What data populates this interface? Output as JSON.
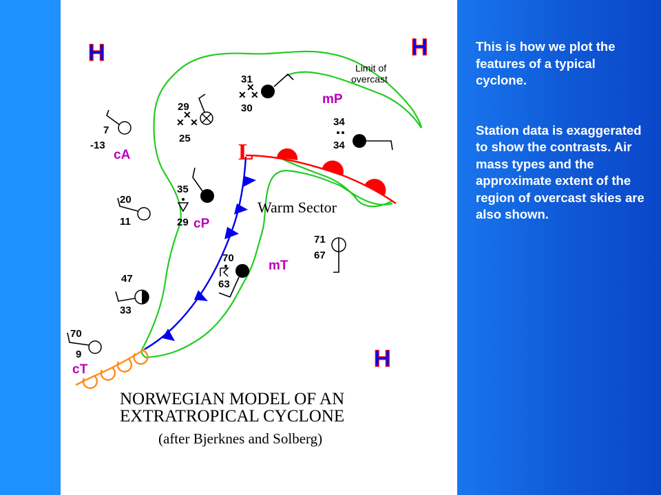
{
  "caption": {
    "intro": "This is how we plot the features of a typical cyclone.",
    "detail": "Station data is exaggerated to show the contrasts. Air mass types and the approximate extent of the region of overcast skies are also shown."
  },
  "diagram": {
    "high_label": "H",
    "low_label": "L",
    "warm_sector_label": "Warm Sector",
    "overcast_limit_line1": "Limit of",
    "overcast_limit_line2": "overcast",
    "air_masses": {
      "mp": "mP",
      "ca": "cA",
      "cp": "cP",
      "mt": "mT",
      "ct": "cT"
    },
    "stations": {
      "s1": {
        "temp": "31",
        "dew": "30"
      },
      "s2": {
        "temp": "29",
        "dew": "25"
      },
      "s3": {
        "temp": "7",
        "dew": "-13"
      },
      "s4": {
        "temp": "34",
        "dew": "34"
      },
      "s5": {
        "temp": "35",
        "dew": "29"
      },
      "s6": {
        "temp": "20",
        "dew": "11"
      },
      "s7": {
        "temp": "71",
        "dew": "67"
      },
      "s8": {
        "temp": "70",
        "dew": "63"
      },
      "s9": {
        "temp": "47",
        "dew": "33"
      },
      "s10": {
        "temp": "70",
        "dew": "9"
      }
    },
    "title_line1": "NORWEGIAN MODEL OF AN",
    "title_line2": "EXTRATROPICAL CYCLONE",
    "attribution": "(after Bjerknes and Solberg)"
  },
  "colors": {
    "overcast_limit": "#22cc22",
    "warm_front": "#ff0000",
    "cold_front": "#0000ee",
    "stationary_front": "#ff8c1a",
    "air_mass_label": "#bb00bb",
    "pressure_center": "#ff0000",
    "high_center": "#0000ee"
  }
}
